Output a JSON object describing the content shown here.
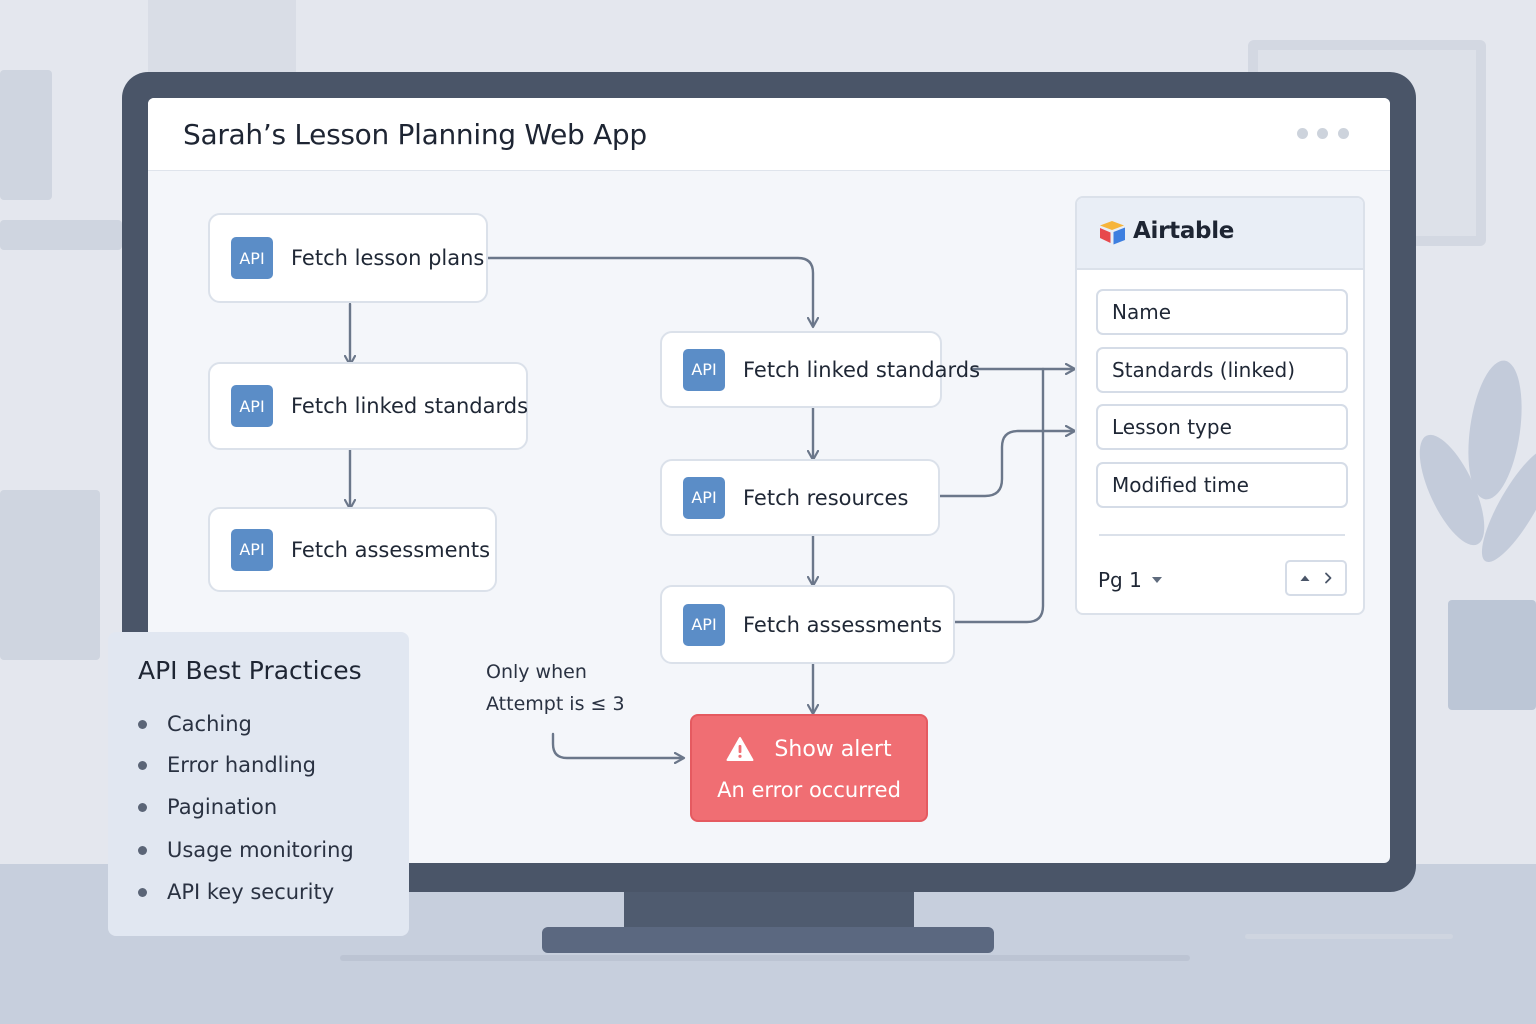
{
  "app": {
    "title": "Sarah’s Lesson Planning Web App"
  },
  "flow": {
    "api_badge": "API",
    "left_column": [
      {
        "label": "Fetch lesson plans"
      },
      {
        "label": "Fetch linked standards"
      },
      {
        "label": "Fetch assessments"
      }
    ],
    "right_column": [
      {
        "label": "Fetch linked standards"
      },
      {
        "label": "Fetch resources"
      },
      {
        "label": "Fetch assessments"
      }
    ],
    "condition_note": {
      "line1": "Only when",
      "line2": "Attempt is ≤ 3"
    },
    "alert": {
      "title": "Show alert",
      "message": "An error occurred",
      "icon": "warning-icon"
    }
  },
  "airtable": {
    "name": "Airtable",
    "fields": [
      {
        "label": "Name"
      },
      {
        "label": "Standards (linked)"
      },
      {
        "label": "Lesson type"
      },
      {
        "label": "Modified time"
      }
    ],
    "page_label": "Pg 1",
    "pager_icons": [
      "chevron-up-icon",
      "chevron-right-icon"
    ]
  },
  "practices": {
    "title": "API Best Practices",
    "items": [
      {
        "label": "Caching"
      },
      {
        "label": "Error handling"
      },
      {
        "label": "Pagination"
      },
      {
        "label": "Usage monitoring"
      },
      {
        "label": "API key security"
      }
    ]
  },
  "colors": {
    "api_badge": "#5b8dc7",
    "alert": "#f06e73",
    "connector": "#6b778a",
    "monitor_frame": "#4a5568"
  }
}
